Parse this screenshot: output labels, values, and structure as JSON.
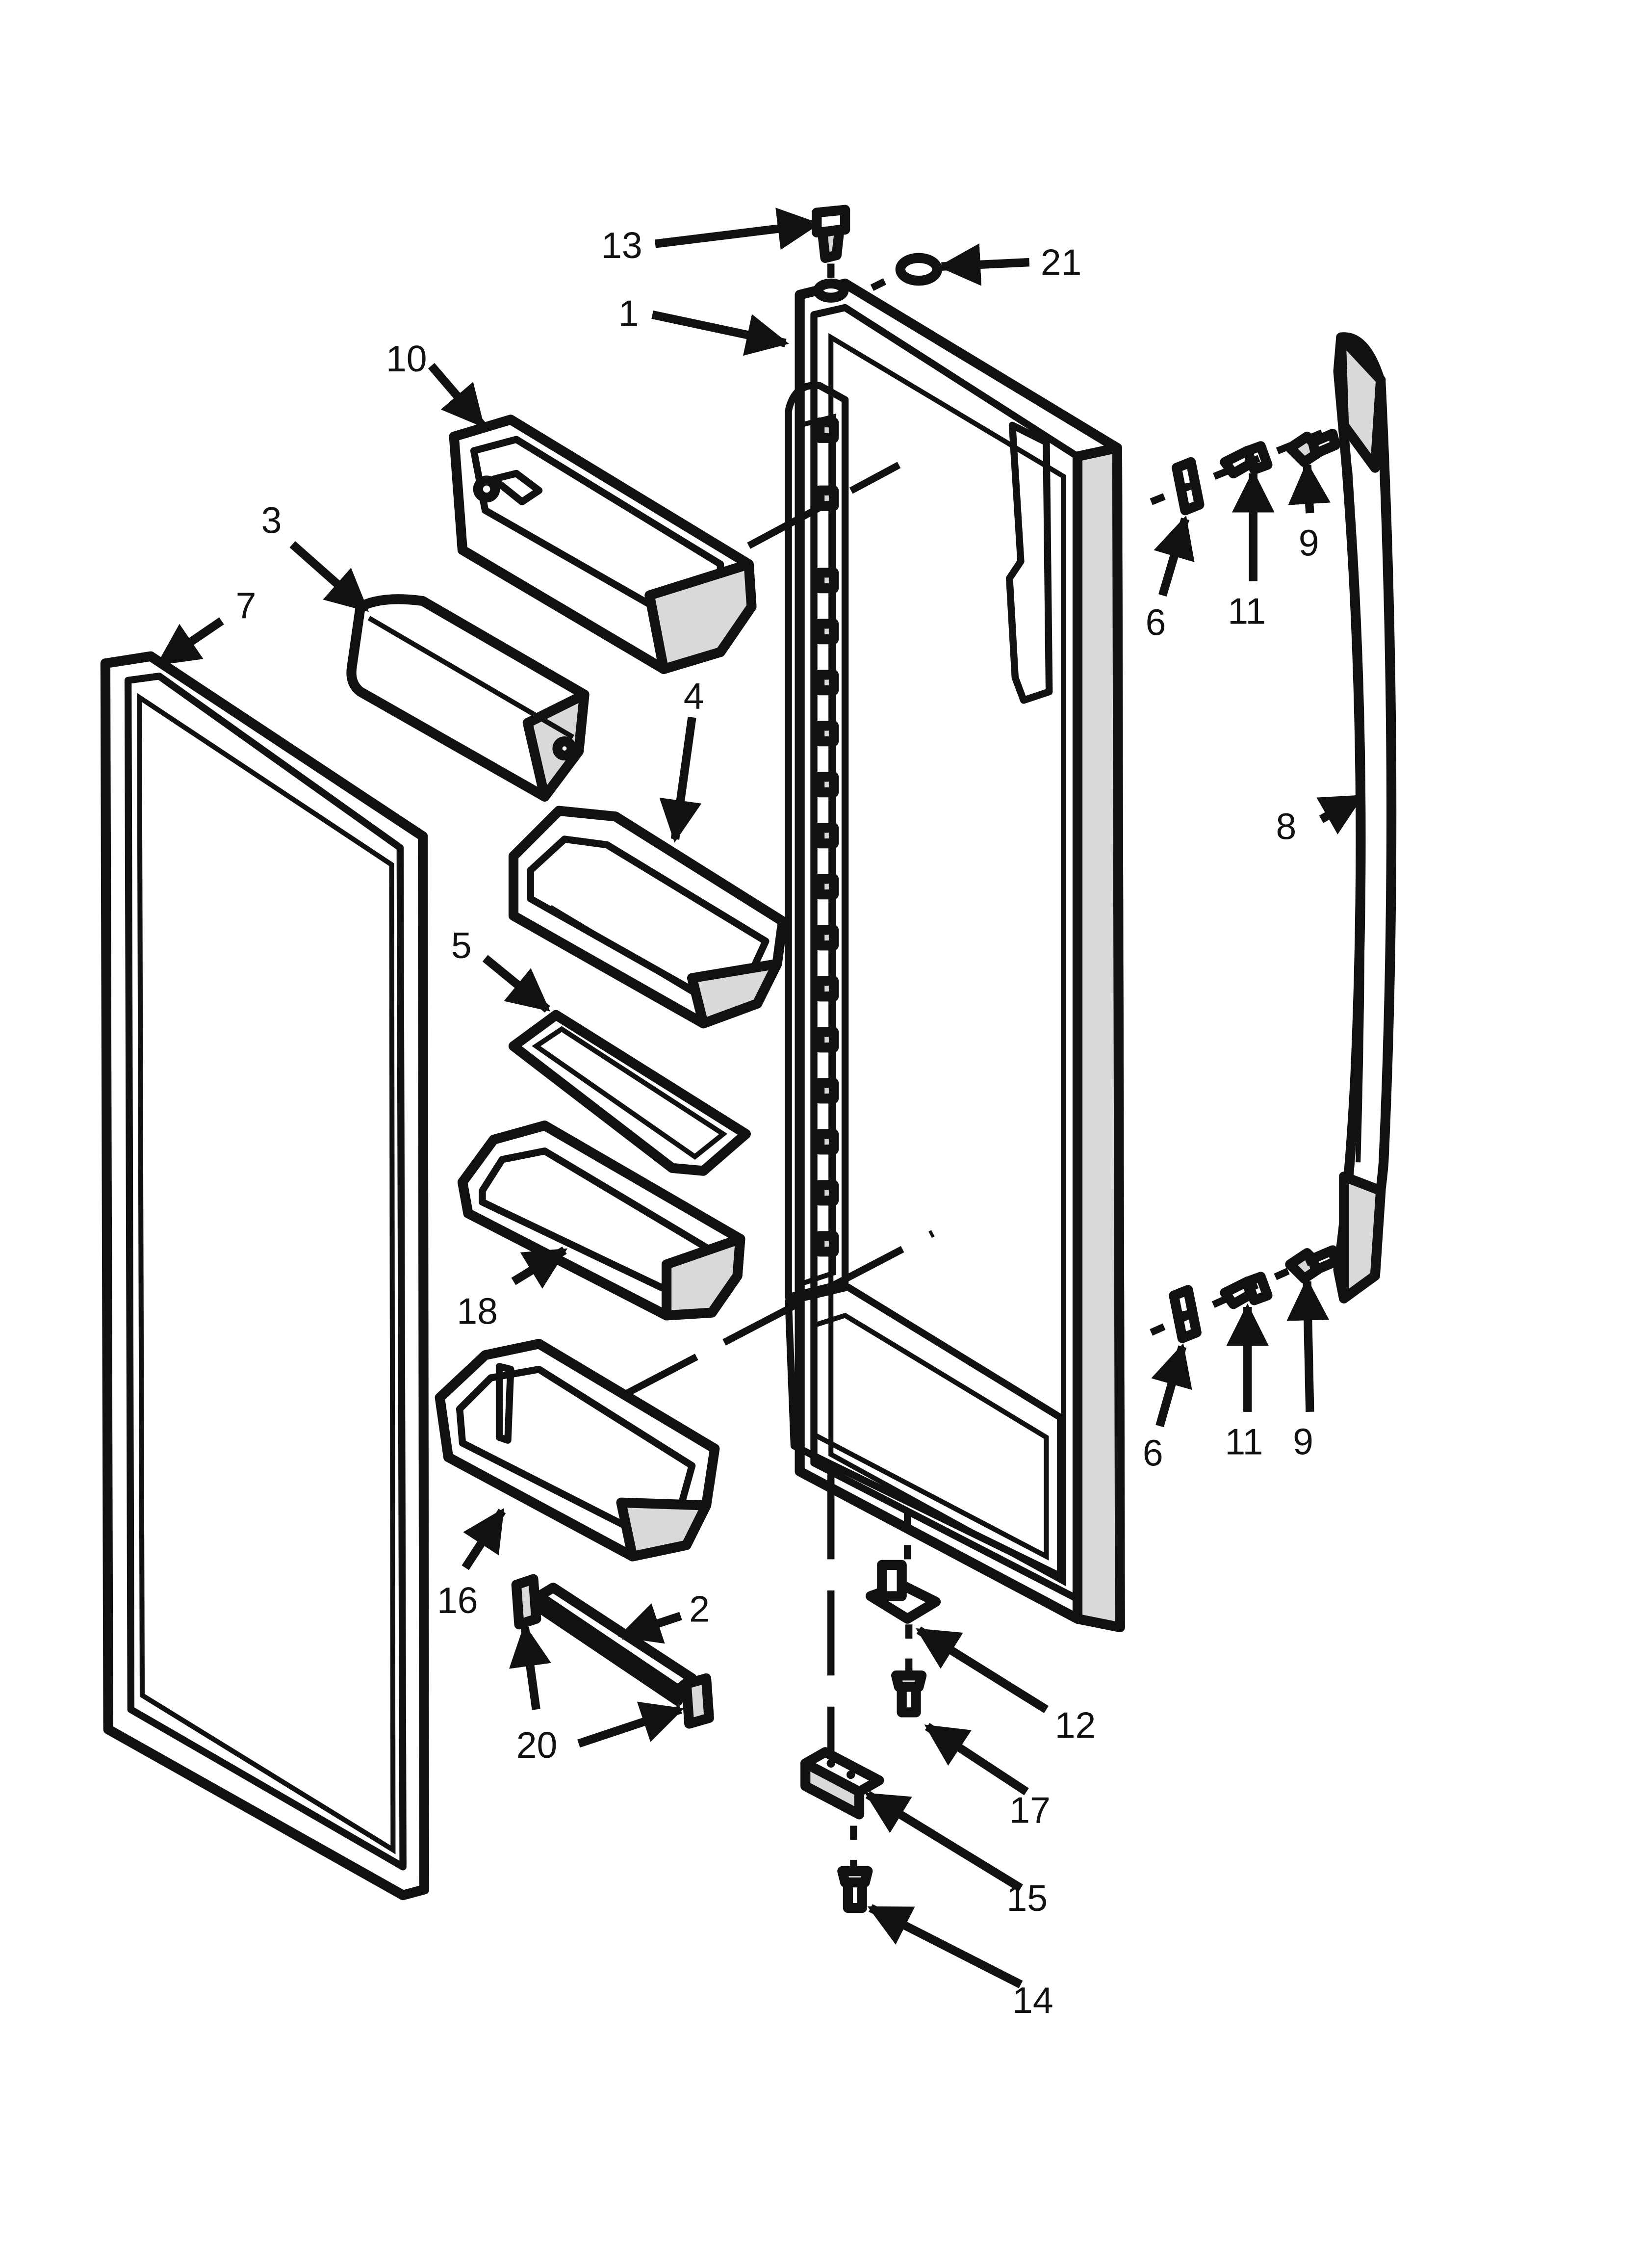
{
  "callouts": {
    "door": "1",
    "rail": "2",
    "cover": "3",
    "bin_upper": "4",
    "insert": "5",
    "clip_upper": "6",
    "clip_lower": "6",
    "gasket": "7",
    "handle": "8",
    "bolt_upper": "9",
    "bolt_lower": "9",
    "dairy_compartment": "10",
    "screw_upper": "11",
    "screw_lower": "11",
    "hinge_pin": "12",
    "plug": "13",
    "hinge_screw": "14",
    "hinge_bracket": "15",
    "bin_lower": "16",
    "pin_screw": "17",
    "bin_middle": "18",
    "end_cap": "20",
    "washer": "21"
  }
}
